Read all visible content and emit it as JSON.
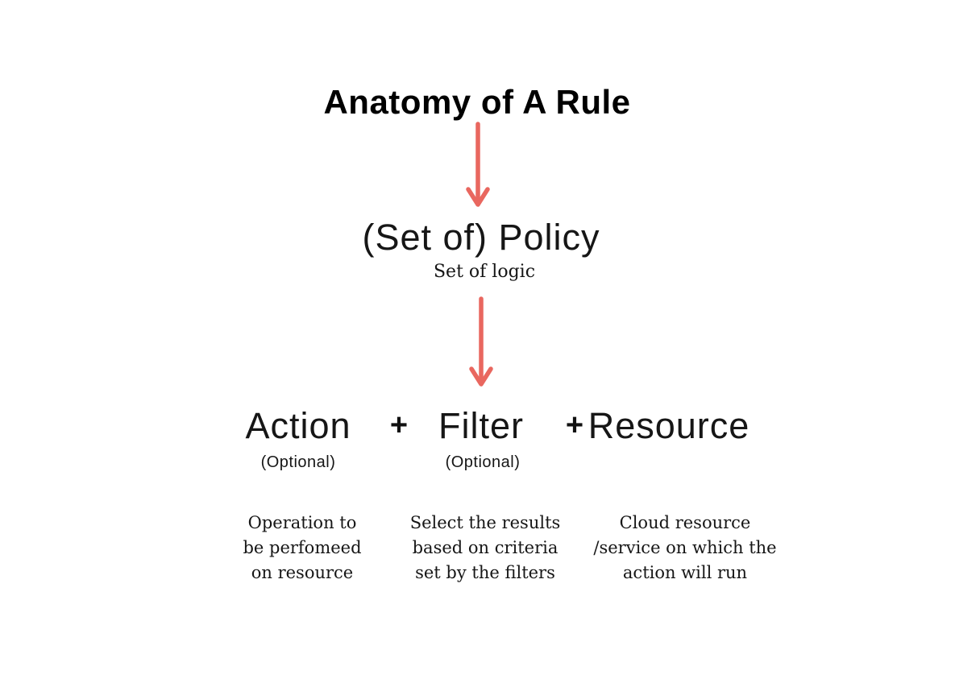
{
  "diagram": {
    "title": "Anatomy of A Rule",
    "policy": {
      "heading": "(Set of) Policy",
      "subheading": "Set of logic"
    },
    "plus_sign": "+",
    "components": [
      {
        "label": "Action",
        "optional": "(Optional)",
        "description": "Operation to\nbe perfomeed\non resource"
      },
      {
        "label": "Filter",
        "optional": "(Optional)",
        "description": "Select the results\nbased on criteria\nset by the filters"
      },
      {
        "label": "Resource",
        "description": "Cloud resource\n/service on which the\naction will run"
      }
    ],
    "colors": {
      "arrow": "#E9675F",
      "text": "#111111"
    }
  }
}
